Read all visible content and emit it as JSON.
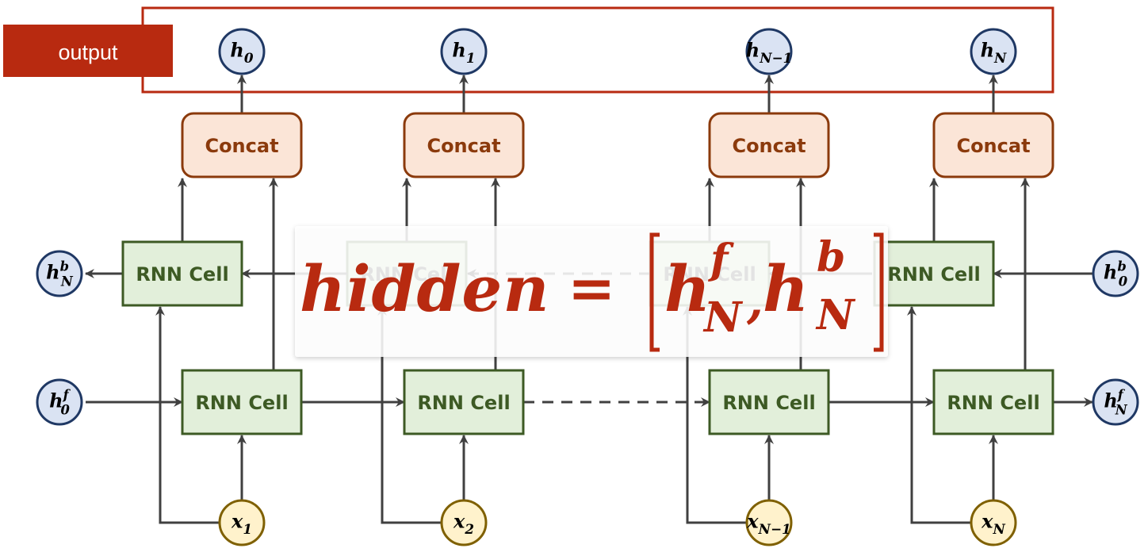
{
  "colors": {
    "accent_red": "#b82a10",
    "concat_fill": "#fbe5d7",
    "concat_stroke": "#8b3a0c",
    "concat_text": "#8b3a0c",
    "rnn_fill": "#e2efda",
    "rnn_stroke": "#3d5a24",
    "rnn_text": "#3d5a24",
    "hidden_fill": "#dae3f3",
    "hidden_stroke": "#1f3864",
    "input_fill": "#fff2cc",
    "input_stroke": "#7f6000",
    "arrow": "#404040"
  },
  "output_label": "output",
  "concat_label": "Concat",
  "rnn_label": "RNN Cell",
  "outputs": [
    {
      "base": "h",
      "sub": "0"
    },
    {
      "base": "h",
      "sub": "1"
    },
    {
      "base": "h",
      "sub": "N−1"
    },
    {
      "base": "h",
      "sub": "N"
    }
  ],
  "inputs": [
    {
      "base": "x",
      "sub": "1"
    },
    {
      "base": "x",
      "sub": "2"
    },
    {
      "base": "x",
      "sub": "N−1"
    },
    {
      "base": "x",
      "sub": "N"
    }
  ],
  "states": {
    "backward_final": {
      "base": "h",
      "sup": "b",
      "sub": "N"
    },
    "backward_init": {
      "base": "h",
      "sup": "b",
      "sub": "0"
    },
    "forward_init": {
      "base": "h",
      "sup": "f",
      "sub": "0"
    },
    "forward_final": {
      "base": "h",
      "sup": "f",
      "sub": "N"
    }
  },
  "formula": {
    "lhs": "hidden",
    "equals": "=",
    "term1": {
      "base": "h",
      "sup": "f",
      "sub": "N"
    },
    "separator": ",",
    "term2": {
      "base": "h",
      "sup": "b",
      "sub": "N"
    }
  }
}
